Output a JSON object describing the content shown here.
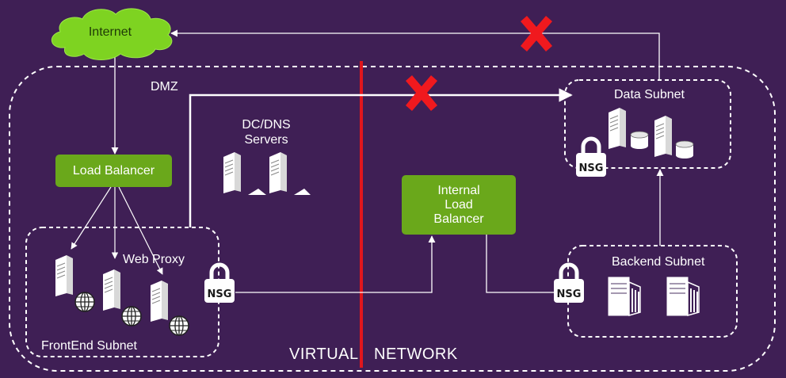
{
  "nodes": {
    "internet": "Internet",
    "load_balancer": "Load Balancer",
    "internal_load_balancer": "Internal\nLoad\nBalancer",
    "dmz": "DMZ",
    "dc_dns": "DC/DNS\nServers",
    "web_proxy": "Web Proxy",
    "frontend_subnet": "FrontEnd Subnet",
    "data_subnet": "Data Subnet",
    "backend_subnet": "Backend Subnet",
    "nsg_frontend": "NSG",
    "nsg_backend": "NSG",
    "nsg_data": "NSG"
  },
  "footer": {
    "left": "VIRTUAL",
    "right": "NETWORK"
  },
  "icons": [
    "cloud-icon",
    "server-icon",
    "globe-icon",
    "database-icon",
    "lock-icon",
    "blocked-x-icon"
  ],
  "colors": {
    "background": "#3f1f55",
    "green": "#6aa81b",
    "divider_red": "#e0161d",
    "block_red": "#f0191e"
  }
}
